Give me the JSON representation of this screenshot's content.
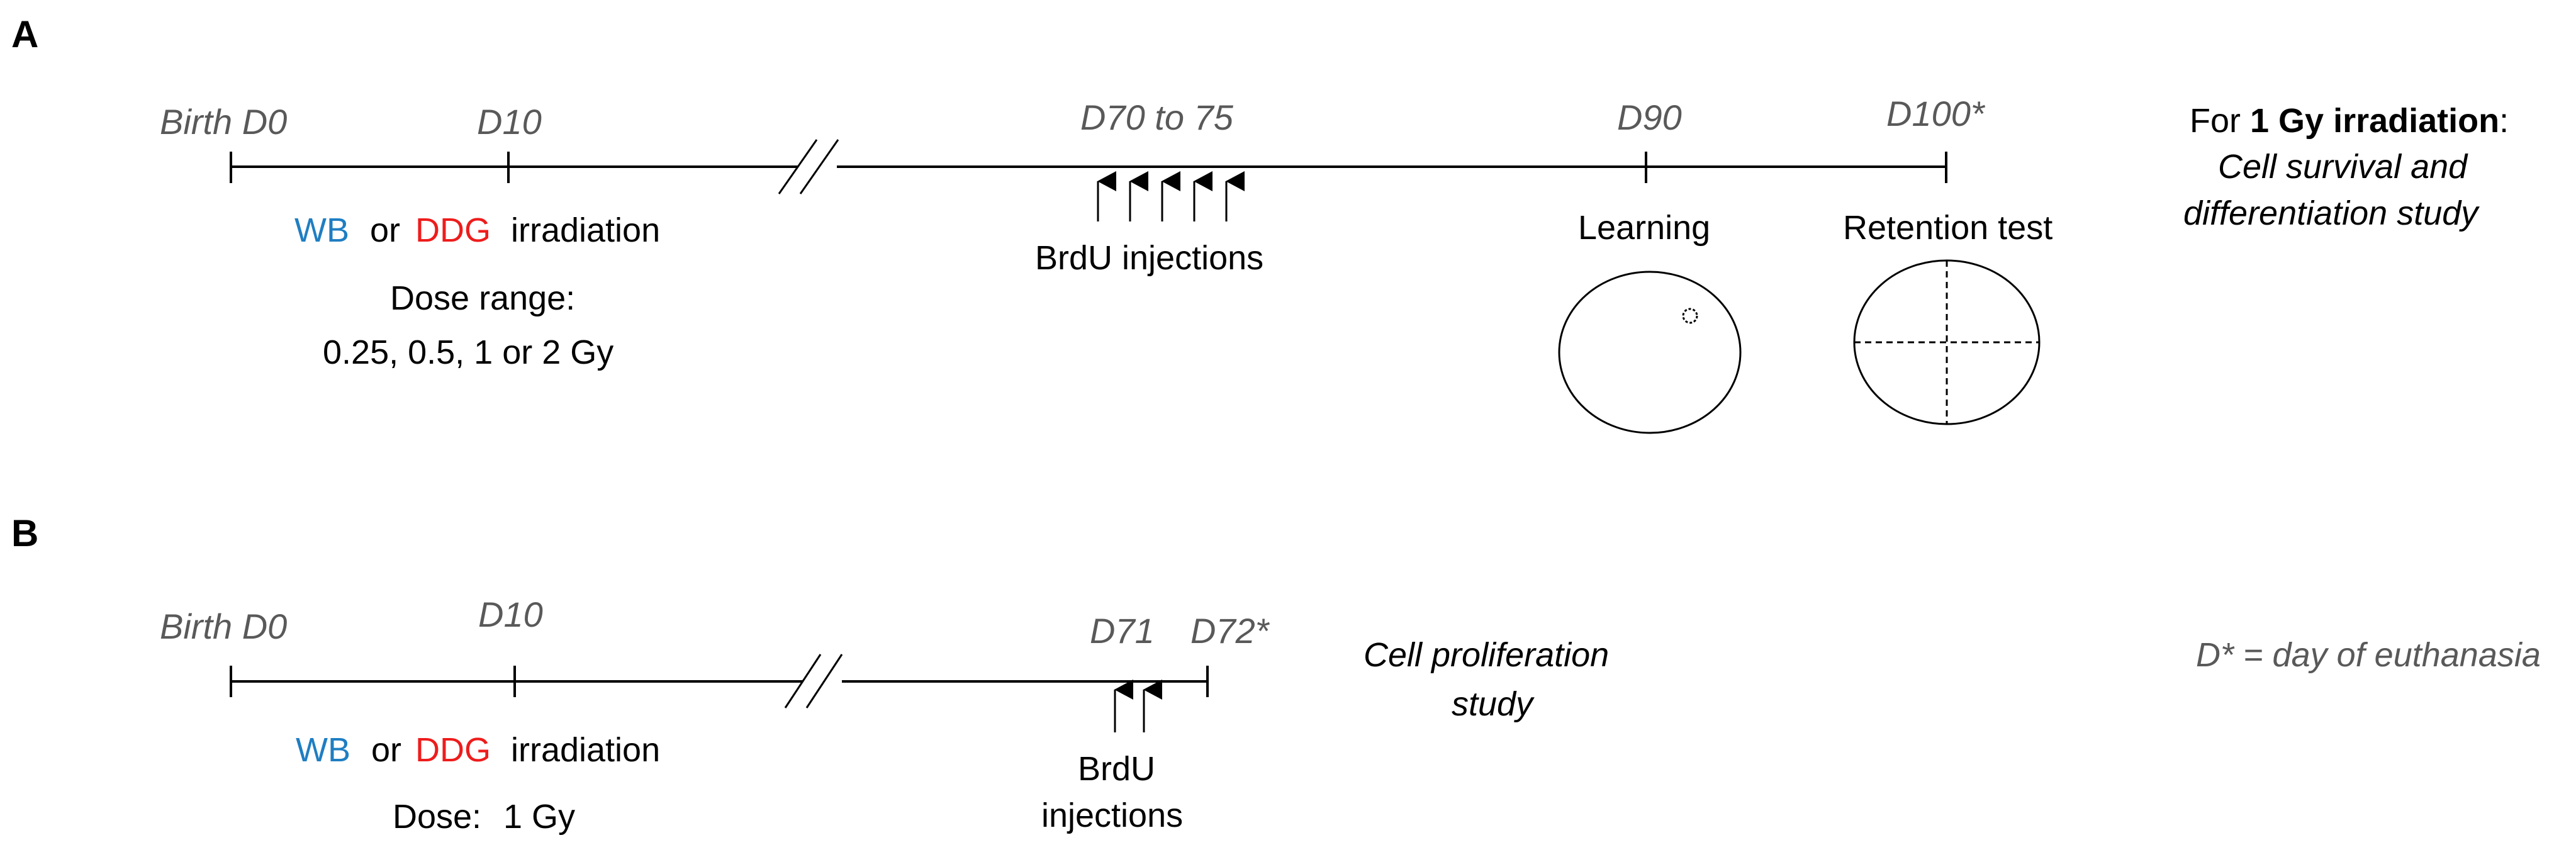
{
  "colors": {
    "wb": "#1f7ec2",
    "ddg": "#ee1c1c",
    "text": "#000000",
    "day_text": "#595959"
  },
  "panel_a": {
    "letter": "A",
    "days": {
      "birth": "Birth D0",
      "d10": "D10",
      "d70_75": "D70 to 75",
      "d90": "D90",
      "d100": "D100*"
    },
    "irradiation": {
      "wb": "WB",
      "or": "or",
      "ddg": "DDG",
      "label": "irradiation"
    },
    "dose_range_label": "Dose range:",
    "dose_range_values": "0.25, 0.5, 1 or 2 Gy",
    "brdu_label": "BrdU injections",
    "brdu_injection_count": 5,
    "learning_label": "Learning",
    "retention_label": "Retention test",
    "note": {
      "prefix": "For",
      "bold": "1 Gy irradiation",
      "suffix": ":",
      "line2": "Cell survival and",
      "line3": "differentiation study"
    }
  },
  "panel_b": {
    "letter": "B",
    "days": {
      "birth": "Birth D0",
      "d10": "D10",
      "d71": "D71",
      "d72": "D72*"
    },
    "irradiation": {
      "wb": "WB",
      "or": "or",
      "ddg": "DDG",
      "label": "irradiation"
    },
    "dose_label": "Dose:",
    "dose_value": "1 Gy",
    "brdu_label_line1": "BrdU",
    "brdu_label_line2": "injections",
    "brdu_injection_count": 2,
    "study_line1": "Cell proliferation",
    "study_line2": "study",
    "footnote": "D* = day of euthanasia"
  }
}
